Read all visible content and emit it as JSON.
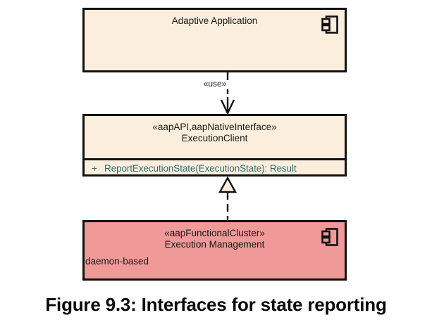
{
  "figure": {
    "caption": "Figure 9.3: Interfaces for state reporting"
  },
  "diagram": {
    "type": "uml-component-diagram",
    "background_color": "#ffffff",
    "nodes": [
      {
        "id": "adaptive-application",
        "name": "Adaptive Application",
        "stereotype": "",
        "fill_color": "#fbeedd",
        "border_color": "#111111",
        "icon": "component-icon",
        "operations": []
      },
      {
        "id": "execution-client",
        "name": "ExecutionClient",
        "stereotype": "«aapAPI,aapNativeInterface»",
        "fill_color": "#fbeedd",
        "border_color": "#111111",
        "icon": "",
        "operations": [
          {
            "visibility": "+",
            "signature": "ReportExecutionState(ExecutionState): Result",
            "color": "#2d6b73"
          }
        ]
      },
      {
        "id": "execution-management",
        "name": "Execution Management",
        "stereotype": "«aapFunctionalCluster»",
        "note": "daemon-based",
        "fill_color": "#ef9999",
        "border_color": "#111111",
        "icon": "component-icon",
        "operations": []
      }
    ],
    "edges": [
      {
        "id": "use-dependency",
        "from": "adaptive-application",
        "to": "execution-client",
        "label": "«use»",
        "line_style": "dashed",
        "arrow_head": "open-arrow"
      },
      {
        "id": "realization",
        "from": "execution-management",
        "to": "execution-client",
        "label": "",
        "line_style": "dashed",
        "arrow_head": "hollow-triangle"
      }
    ]
  }
}
